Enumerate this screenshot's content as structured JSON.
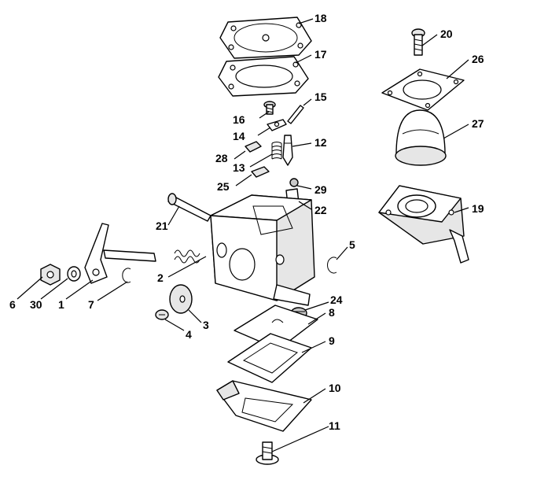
{
  "diagram": {
    "callouts": {
      "c1": "1",
      "c2": "2",
      "c3": "3",
      "c4": "4",
      "c5": "5",
      "c6": "6",
      "c7": "7",
      "c8": "8",
      "c9": "9",
      "c10": "10",
      "c11": "11",
      "c12": "12",
      "c13": "13",
      "c14": "14",
      "c15": "15",
      "c16": "16",
      "c17": "17",
      "c18": "18",
      "c19": "19",
      "c20": "20",
      "c21": "21",
      "c22": "22",
      "c24": "24",
      "c25": "25",
      "c26": "26",
      "c27": "27",
      "c28": "28",
      "c29": "29",
      "c30": "30"
    }
  }
}
